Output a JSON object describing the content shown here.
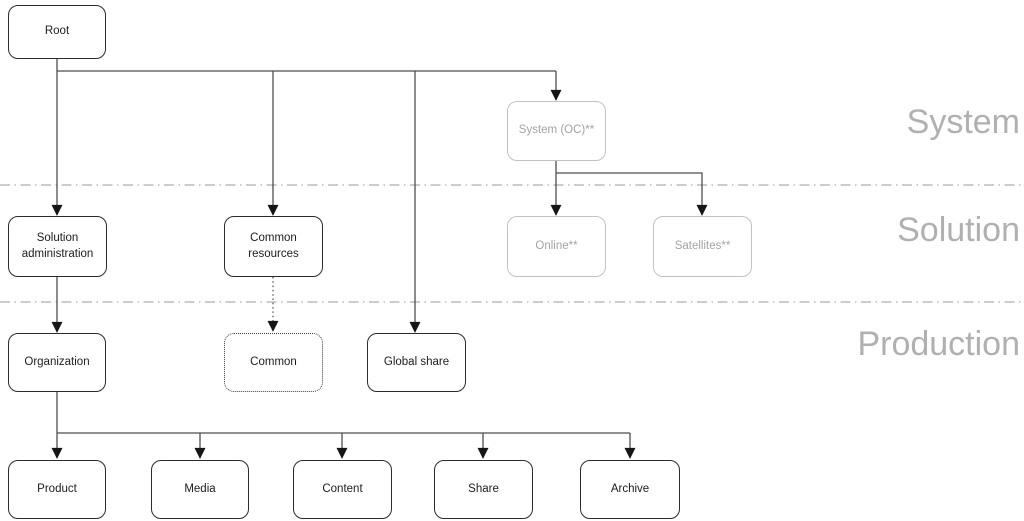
{
  "zones": [
    {
      "id": "system",
      "label": "System"
    },
    {
      "id": "solution",
      "label": "Solution"
    },
    {
      "id": "production",
      "label": "Production"
    }
  ],
  "nodes": {
    "root": {
      "label": "Root",
      "style": "solid"
    },
    "system_oc": {
      "label": "System (OC)**",
      "style": "ghost"
    },
    "solution_administration": {
      "label": "Solution administration",
      "style": "solid"
    },
    "common_resources": {
      "label": "Common resources",
      "style": "solid"
    },
    "online": {
      "label": "Online**",
      "style": "ghost"
    },
    "satellites": {
      "label": "Satellites**",
      "style": "ghost"
    },
    "organization": {
      "label": "Organization",
      "style": "solid"
    },
    "common": {
      "label": "Common",
      "style": "dotted"
    },
    "global_share": {
      "label": "Global share",
      "style": "solid"
    },
    "product": {
      "label": "Product",
      "style": "solid"
    },
    "media": {
      "label": "Media",
      "style": "solid"
    },
    "content": {
      "label": "Content",
      "style": "solid"
    },
    "share": {
      "label": "Share",
      "style": "solid"
    },
    "archive": {
      "label": "Archive",
      "style": "solid"
    }
  },
  "edges": [
    {
      "from": "root",
      "to": "solution_administration",
      "style": "solid"
    },
    {
      "from": "root",
      "to": "common_resources",
      "style": "solid"
    },
    {
      "from": "root",
      "to": "global_share",
      "style": "solid"
    },
    {
      "from": "root",
      "to": "system_oc",
      "style": "solid"
    },
    {
      "from": "system_oc",
      "to": "online",
      "style": "solid"
    },
    {
      "from": "system_oc",
      "to": "satellites",
      "style": "solid"
    },
    {
      "from": "common_resources",
      "to": "common",
      "style": "dotted"
    },
    {
      "from": "solution_administration",
      "to": "organization",
      "style": "solid"
    },
    {
      "from": "organization",
      "to": "product",
      "style": "solid"
    },
    {
      "from": "organization",
      "to": "media",
      "style": "solid"
    },
    {
      "from": "organization",
      "to": "content",
      "style": "solid"
    },
    {
      "from": "organization",
      "to": "share",
      "style": "solid"
    },
    {
      "from": "organization",
      "to": "archive",
      "style": "solid"
    }
  ],
  "colors": {
    "background": "#ffffff",
    "node_border": "#2b2b2b",
    "node_text": "#1c1c1c",
    "ghost_border": "#c2c2c2",
    "ghost_text": "#a3a3a3",
    "connector": "#4d4d4d",
    "arrowhead": "#151515",
    "divider": "#bcbcbc",
    "zone_label": "#b0b0b0"
  }
}
